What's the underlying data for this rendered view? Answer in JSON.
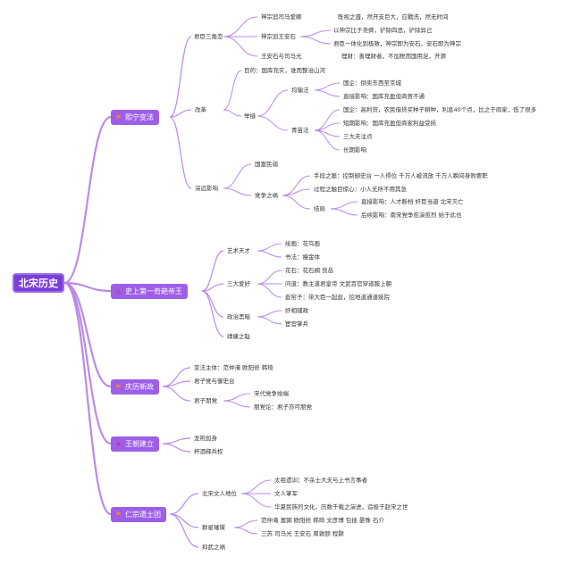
{
  "root": "北宋历史",
  "branches": [
    {
      "label": "熙宁变法",
      "icon": "flag-icon"
    },
    {
      "label": "史上第一奇葩帝王",
      "icon": "fire-icon"
    },
    {
      "label": "庆历新政",
      "icon": "flag-icon"
    },
    {
      "label": "王朝建立",
      "icon": "star-icon"
    },
    {
      "label": "仁宗遗士团",
      "icon": "flag-icon"
    }
  ],
  "colors": {
    "accent": "#9d5fe8",
    "root": "#7b3fd6",
    "line": "#b98be8"
  },
  "nodes": {
    "n1": "君臣三角恋",
    "n2": "神宗追司马爱卿",
    "n3": "既视之盛，然开支巨大，应戳洗，然无时间",
    "n4": "神宗追王安石",
    "n5": "以神宗比于尧舜，铲除四恶，铲除异己",
    "n6": "君臣一体化到极致，神宗即为安石，安石即为神宗",
    "n7": "王安石与司马光",
    "n8": "理财：善理财者，不加税而国用足，开源",
    "n9": "改革",
    "n10": "目的：国库充实，谁而整治山河",
    "n11": "举措",
    "n12": "均输法",
    "n13": "国企：倒卖东西至京城",
    "n14": "直接影响：国库充盈但商贾不通",
    "n15": "青苗法",
    "n16": "国企：高利贷，农民借贷买种子耕种，利息40个点，比之于商家，低了很多",
    "n17": "短期影响：国库充盈但商家利益受损",
    "n18": "三大夫注点",
    "n19": "长期影响",
    "n20": "深远影响",
    "n21": "国富民弱",
    "n22": "党争之祸",
    "n23": "手段之狠：控制御史台 一人得位 千万人被流放 千万人瞬间身败要职",
    "n24": "过程之触目惊心：小人无所不用其急",
    "n25": "结局",
    "n26": "直接影响：人才断档 奸臣当道 北宋灭亡",
    "n27": "后续影响：南宋党争愈演愈烈 始于此也",
    "n28": "艺术天才",
    "n29": "绘画：花鸟画",
    "n30": "书法：瘦金体",
    "n31": "三大爱好",
    "n32": "花石：花石纲 良岳",
    "n33": "问道：教主道君皇帝 文武百官穿道服上朝",
    "n34": "逛窑子：带大臣一起逛，挖地道通道妓院",
    "n35": "政治黑暗",
    "n36": "奸相辅政",
    "n37": "宦官掌兵",
    "n38": "靖康之耻",
    "n39": "变法主体：范仲淹 欧阳修 韩琦",
    "n40": "君子党与御史台",
    "n41": "君子朋党",
    "n42": "宋代党争始端",
    "n43": "朋党论：君子亦可朋党",
    "n44": "龙袍加身",
    "n45": "杯酒释兵权",
    "n46": "北宋文人地位",
    "n47": "太祖遗训：不杀士大夫与上书言事者",
    "n48": "文人掌军",
    "n49": "华夏民族的文化，历数千载之演进，造极于赵宋之世",
    "n50": "群星璀璨",
    "n51": "范仲淹 富弼 欧阳修 韩琦 文彦博 包拯 晏殊 石介",
    "n52": "三苏 司马光 王安石 周敦颐 程颢",
    "n53": "抑武之祸"
  }
}
